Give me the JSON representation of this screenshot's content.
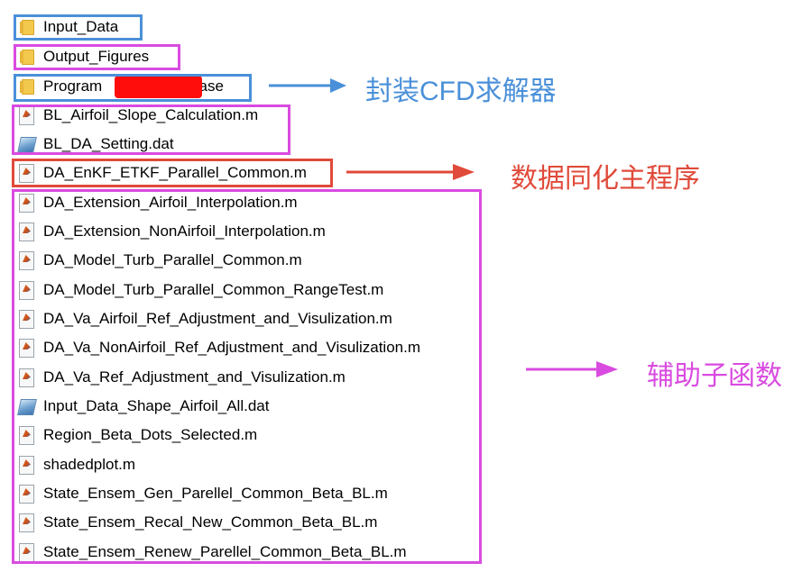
{
  "files": [
    {
      "name": "Input_Data",
      "type": "folder"
    },
    {
      "name": "Output_Figures",
      "type": "folder"
    },
    {
      "name": "Program",
      "suffix": "Base",
      "type": "folder",
      "redacted": true
    },
    {
      "name": "BL_Airfoil_Slope_Calculation.m",
      "type": "m"
    },
    {
      "name": "BL_DA_Setting.dat",
      "type": "dat"
    },
    {
      "name": "DA_EnKF_ETKF_Parallel_Common.m",
      "type": "m"
    },
    {
      "name": "DA_Extension_Airfoil_Interpolation.m",
      "type": "m"
    },
    {
      "name": "DA_Extension_NonAirfoil_Interpolation.m",
      "type": "m"
    },
    {
      "name": "DA_Model_Turb_Parallel_Common.m",
      "type": "m"
    },
    {
      "name": "DA_Model_Turb_Parallel_Common_RangeTest.m",
      "type": "m"
    },
    {
      "name": "DA_Va_Airfoil_Ref_Adjustment_and_Visulization.m",
      "type": "m"
    },
    {
      "name": "DA_Va_NonAirfoil_Ref_Adjustment_and_Visulization.m",
      "type": "m"
    },
    {
      "name": "DA_Va_Ref_Adjustment_and_Visulization.m",
      "type": "m"
    },
    {
      "name": "Input_Data_Shape_Airfoil_All.dat",
      "type": "dat"
    },
    {
      "name": "Region_Beta_Dots_Selected.m",
      "type": "m"
    },
    {
      "name": "shadedplot.m",
      "type": "m"
    },
    {
      "name": "State_Ensem_Gen_Parellel_Common_Beta_BL.m",
      "type": "m"
    },
    {
      "name": "State_Ensem_Recal_New_Common_Beta_BL.m",
      "type": "m"
    },
    {
      "name": "State_Ensem_Renew_Parellel_Common_Beta_BL.m",
      "type": "m"
    }
  ],
  "annotations": {
    "cfd_solver": "封装CFD求解器",
    "main_program": "数据同化主程序",
    "helper_functions": "辅助子函数"
  },
  "colors": {
    "blue": "#4a90d9",
    "magenta": "#d94be0",
    "red": "#e04a3a"
  }
}
